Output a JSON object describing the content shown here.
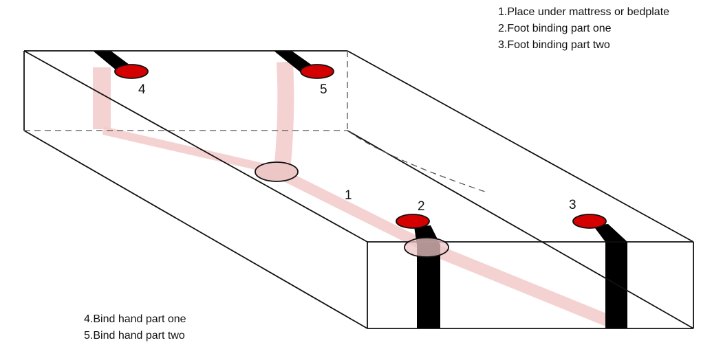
{
  "legend_top": [
    "1.Place under mattress or bedplate",
    "2.Foot binding part one",
    "3.Foot binding part two"
  ],
  "legend_bottom": [
    "4.Bind hand part one",
    "5.Bind hand part two"
  ],
  "markers": {
    "m1": "1",
    "m2": "2",
    "m3": "3",
    "m4": "4",
    "m5": "5"
  },
  "colors": {
    "strap_pink": "#f3c9c9",
    "cuff_red": "#d40000",
    "strap_black": "#000000",
    "connector_pink": "#edc6c6",
    "outline": "#111111"
  }
}
